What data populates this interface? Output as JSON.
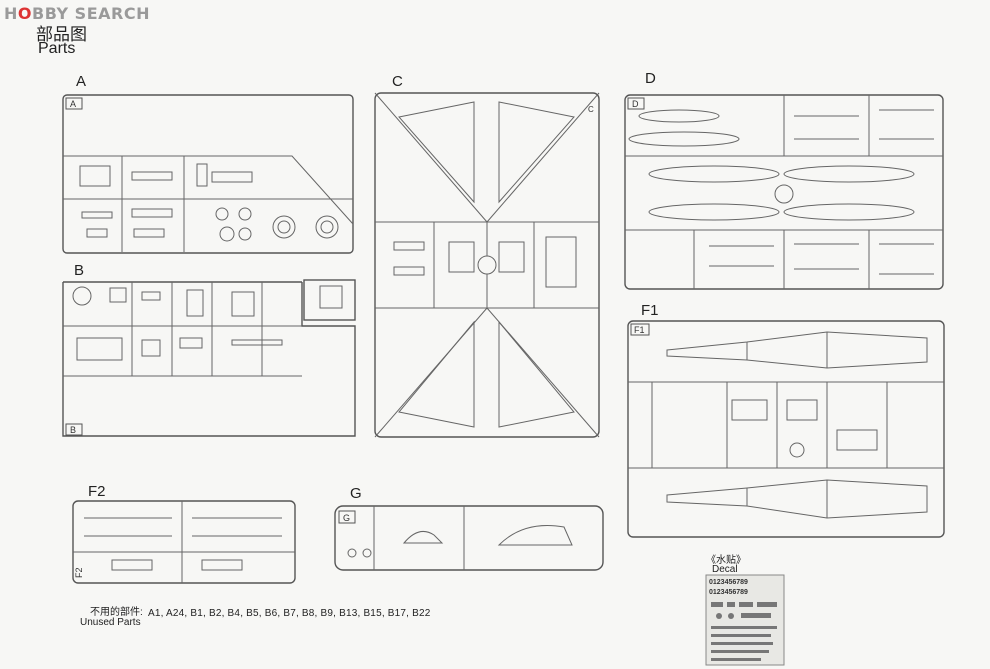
{
  "header": {
    "logo_prefix": "H",
    "logo_o": "O",
    "logo_suffix": "BBY SEARCH",
    "title_cn": "部品图",
    "title_en": "Parts"
  },
  "sprues": [
    {
      "id": "A",
      "label": "A"
    },
    {
      "id": "B",
      "label": "B"
    },
    {
      "id": "C",
      "label": "C"
    },
    {
      "id": "D",
      "label": "D"
    },
    {
      "id": "F1",
      "label": "F1"
    },
    {
      "id": "F2",
      "label": "F2"
    },
    {
      "id": "G",
      "label": "G"
    }
  ],
  "unused": {
    "label_cn": "不用的部件:",
    "label_en": "Unused Parts",
    "list": "A1, A24, B1, B2, B4, B5, B6, B7, B8, B9, B13, B15, B17, B22"
  },
  "decal": {
    "label_cn": "《水贴》",
    "label_en": "Decal",
    "serial_1": "0123456789",
    "serial_2": "0123456789"
  }
}
